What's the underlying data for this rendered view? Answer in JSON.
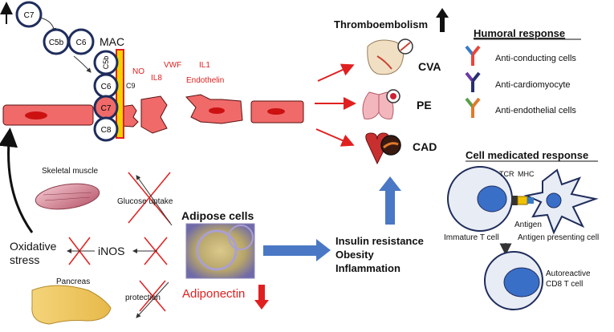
{
  "complement": {
    "c7": "C7",
    "c5b": "C5b",
    "c6": "C6",
    "mac": "MAC",
    "stack": [
      "C5b",
      "C6",
      "C7",
      "C8"
    ],
    "c9": "C9"
  },
  "endothelial_factors": {
    "no": "NO",
    "il8": "IL8",
    "vwf": "VWF",
    "il1": "IL1",
    "endothelin": "Endothelin"
  },
  "outcomes": {
    "thromboembolism": "Thromboembolism",
    "cva": "CVA",
    "pe": "PE",
    "cad": "CAD"
  },
  "humoral": {
    "title": "Humoral response",
    "items": [
      {
        "label": "Anti-conducting cells",
        "color": "#e8463a"
      },
      {
        "label": "Anti-cardiomyocyte",
        "color": "#27306e"
      },
      {
        "label": "Anti-endothelial cells",
        "color": "#e07a2b"
      }
    ]
  },
  "cell_mediated": {
    "title": "Cell medicated response",
    "tcr": "TCR",
    "mhc": "MHC",
    "antigen": "Antigen",
    "immature_t": "Immature T cell",
    "apc": "Antigen presenting cell",
    "autoreactive_line1": "Autoreactive",
    "autoreactive_line2": "CD8 T cell"
  },
  "metabolic": {
    "skeletal_muscle": "Skeletal muscle",
    "glucose_uptake": "Glucose uptake",
    "oxidative_line1": "Oxidative",
    "oxidative_line2": "stress",
    "inos": "iNOS",
    "pancreas": "Pancreas",
    "protection": "protection",
    "adipose": "Adipose cells",
    "adiponectin": "Adiponectin",
    "insulin": "Insulin resistance",
    "obesity": "Obesity",
    "inflammation": "Inflammation"
  },
  "colors": {
    "ring": "#1f2d5c",
    "red": "#e02020",
    "cell": "#f06a6a",
    "nucleus": "#cc1111",
    "blue_arrow": "#4a78c4",
    "yellow": "#f2d200"
  }
}
